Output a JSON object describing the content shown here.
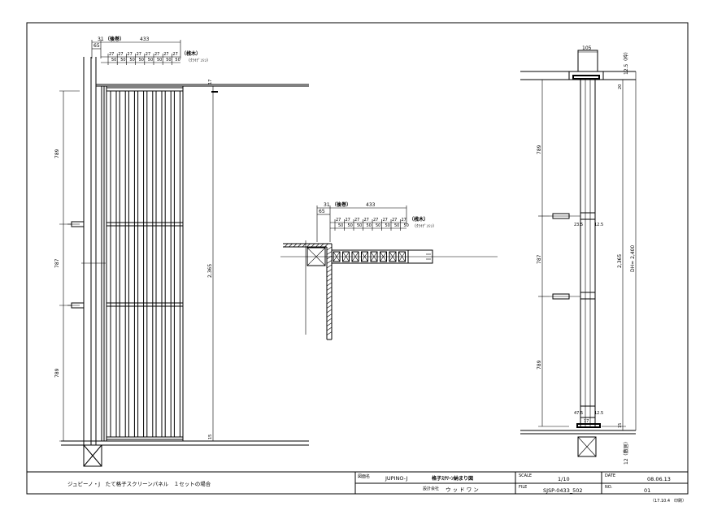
{
  "front_view": {
    "top_left": "31",
    "top_paren": "（後巻）",
    "top_width": "433",
    "edge": "65",
    "pitches": [
      "27",
      "27",
      "27",
      "27",
      "27",
      "27",
      "27",
      "27"
    ],
    "pitch_small": [
      "50",
      "50",
      "50",
      "50",
      "50",
      "50",
      "50",
      "50"
    ],
    "note_main": "（桟木）",
    "note_sub": "（ｸﾗｲﾃﾞﾝｼﾝ）",
    "side_top": "789",
    "side_mid": "787",
    "side_bot": "789",
    "right_total": "2,365",
    "right_top_small": "17",
    "right_bot_small": "15"
  },
  "plan_view": {
    "top_left": "31",
    "top_paren": "（後巻）",
    "top_width": "433",
    "edge": "65",
    "pitches": [
      "27",
      "27",
      "27",
      "27",
      "27",
      "27",
      "27",
      "27"
    ],
    "pitch_small": [
      "50",
      "50",
      "50",
      "50",
      "50",
      "50",
      "50",
      "50"
    ],
    "note_main": "（桟木）",
    "note_sub": "（ｸﾗｲﾃﾞﾝｼﾝ）"
  },
  "side_view": {
    "top_width": "105",
    "top_right": "12.5（枠）",
    "top_right2": "20",
    "left_top": "789",
    "left_mid": "787",
    "left_bot": "789",
    "mid_l": "23.5",
    "mid_r": "12.5",
    "bot_l": "47.5",
    "bot_r": "12.5",
    "bot_small": "17",
    "right_inner": "2,365",
    "right_outer": "DH= 2,400",
    "right_bot_small": "15",
    "foot_note": "12（敷居）"
  },
  "title_block": {
    "description": "ジュピーノ・J　たて格子スクリーンパネル　１セットの場合",
    "title_label": "図面名",
    "title_product": "JUPINO-J",
    "title_name": "格子ｽｸﾘｰﾝ納まり図",
    "company_label": "設計会社",
    "company_name": "ウ ッ ド ワ ン",
    "scale_label": "SCALE",
    "scale_value": "1/10",
    "date_label": "DATE",
    "date_value": "08.06.13",
    "file_label": "FILE",
    "file_value": "SJSP-0433_502",
    "no_label": "NO.",
    "no_value": "01",
    "footer": "（17.10.4　印刷）"
  }
}
